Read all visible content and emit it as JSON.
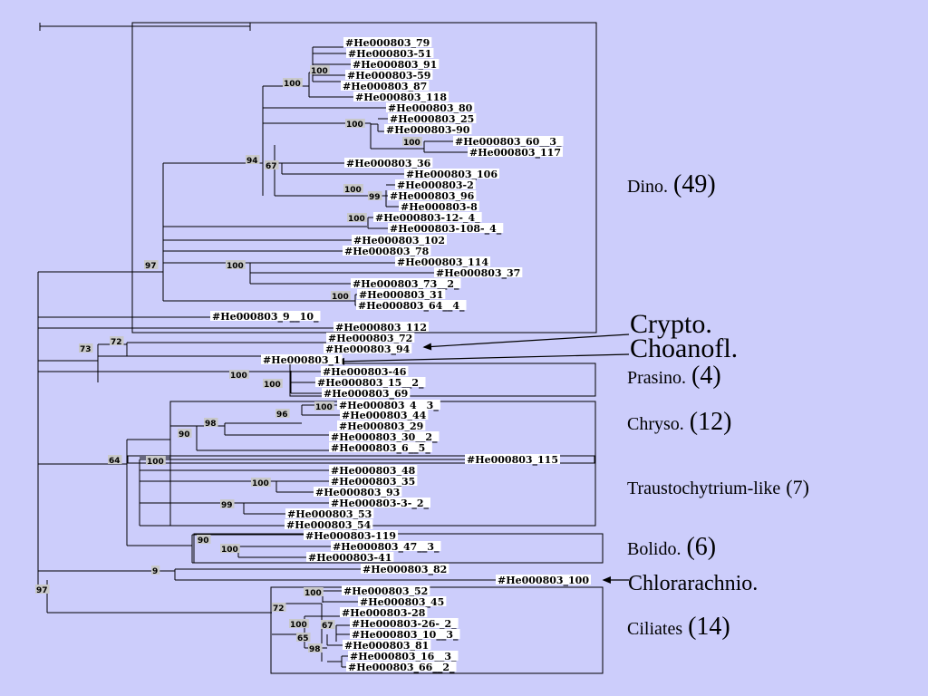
{
  "tree": {
    "taxa": [
      "#He000803_79",
      "#He000803-51",
      "#He000803_91",
      "#He000803-59",
      "#He000803_87",
      "#He000803_118",
      "#He000803_80",
      "#He000803_25",
      "#He000803-90",
      "#He000803_60__3_",
      "#He000803_117",
      "#He000803_36",
      "#He000803_106",
      "#He000803-2",
      "#He000803_96",
      "#He000803-8",
      "#He000803-12-_4_",
      "#He000803-108-_4_",
      "#He000803_102",
      "#He000803_78",
      "#He000803_114",
      "#He000803_37",
      "#He000803_73__2_",
      "#He000803_31",
      "#He000803_64__4_",
      "#He000803_9__10_",
      "#He000803_112",
      "#He000803_72",
      "#He000803_94",
      "#He000803_1",
      "#He000803-46",
      "#He000803_15__2_",
      "#He000803_69",
      "#He000803_4__3_",
      "#He000803_44",
      "#He000803_29",
      "#He000803_30__2_",
      "#He000803_6__5_",
      "#He000803_115",
      "#He000803_48",
      "#He000803_35",
      "#He000803_93",
      "#He000803-3-_2_",
      "#He000803_53",
      "#He000803_54",
      "#He000803-119",
      "#He000803_47__3_",
      "#He000803-41",
      "#He000803_82",
      "#He000803_100",
      "#He000803_52",
      "#He000803_45",
      "#He000803-28",
      "#He000803-26-_2_",
      "#He000803_10__3_",
      "#He000803_81",
      "#He000803_16__3_",
      "#He000803_66__2_"
    ],
    "bootstrap": [
      "100",
      "100",
      "100",
      "100",
      "94",
      "67",
      "100",
      "99",
      "100",
      "97",
      "100",
      "100",
      "72",
      "73",
      "100",
      "100",
      "100",
      "96",
      "98",
      "90",
      "64",
      "100",
      "100",
      "99",
      "90",
      "100",
      "9",
      "97",
      "100",
      "72",
      "100",
      "67",
      "65",
      "98"
    ]
  },
  "groups": [
    {
      "name": "Dino.",
      "count": "(49)"
    },
    {
      "name": "Crypto.",
      "count": ""
    },
    {
      "name": "Choanofl.",
      "count": ""
    },
    {
      "name": "Prasino.",
      "count": "(4)"
    },
    {
      "name": "Chryso.",
      "count": "(12)"
    },
    {
      "name": "Traustochytrium-like",
      "count": "(7)"
    },
    {
      "name": "Bolido.",
      "count": "(6)"
    },
    {
      "name": "Chlorarachnio.",
      "count": ""
    },
    {
      "name": "Ciliates",
      "count": "(14)"
    }
  ],
  "colors": {
    "background": "#cccdfb",
    "line": "#000000",
    "label_box": "#ffffff",
    "bootstrap_box": "#c8c8c8"
  }
}
